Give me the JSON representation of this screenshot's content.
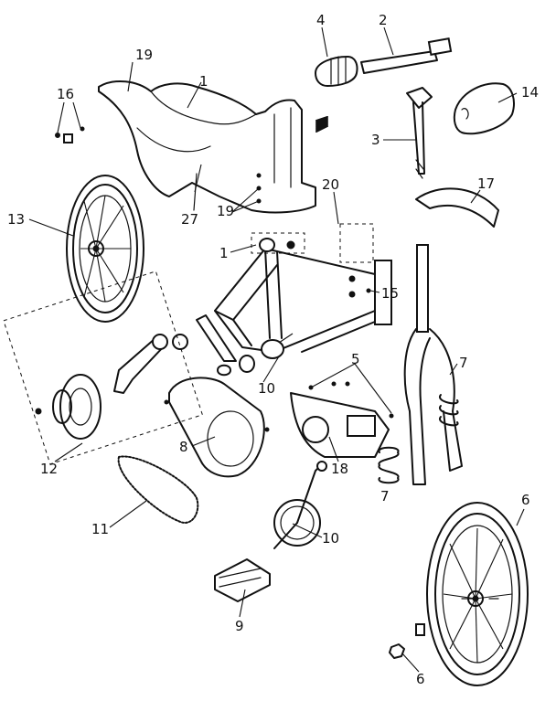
{
  "callouts": {
    "c1": "1",
    "c1b": "1",
    "c2": "2",
    "c3": "3",
    "c4": "4",
    "c5": "5",
    "c6a": "6",
    "c6b": "6",
    "c7a": "7",
    "c7b": "7",
    "c8": "8",
    "c9": "9",
    "c10a": "10",
    "c10b": "10",
    "c11": "11",
    "c12": "12",
    "c13": "13",
    "c14": "14",
    "c15": "15",
    "c16": "16",
    "c17": "17",
    "c18": "18",
    "c19a": "19",
    "c19b": "19",
    "c20": "20",
    "c27": "27"
  }
}
